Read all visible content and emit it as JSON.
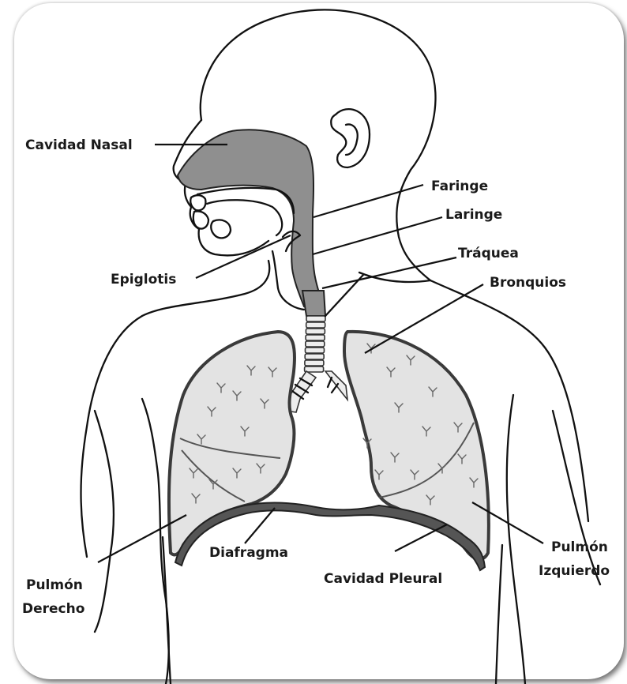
{
  "labels": {
    "cavidad_nasal": "Cavidad Nasal",
    "faringe": "Faringe",
    "laringe": "Laringe",
    "epiglotis": "Epiglotis",
    "traquea": "Tráquea",
    "bronquios": "Bronquios",
    "diafragma": "Diafragma",
    "cavidad_pleural": "Cavidad Pleural",
    "pulmon_derecho_1": "Pulmón",
    "pulmon_derecho_2": "Derecho",
    "pulmon_izquierdo_1": "Pulmón",
    "pulmon_izquierdo_2": "Izquierdo"
  }
}
